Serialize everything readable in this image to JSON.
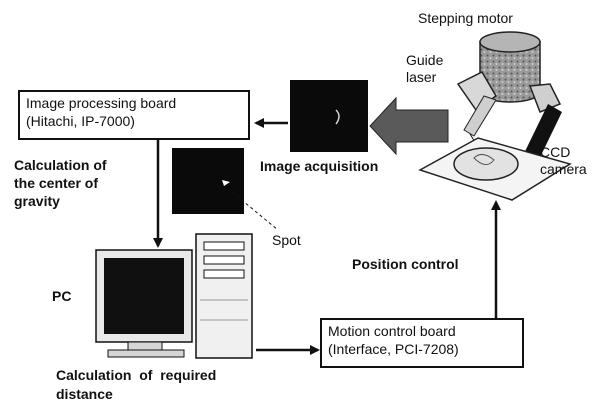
{
  "labels": {
    "stepping_motor": "Stepping motor",
    "guide_laser": "Guide\nlaser",
    "ccd_camera": "CCD\ncamera",
    "image_acquisition": "Image acquisition",
    "calc_center": "Calculation of\nthe center of\ngravity",
    "spot": "Spot",
    "position_control": "Position control",
    "pc": "PC",
    "calc_distance": "Calculation  of  required\ndistance"
  },
  "boxes": {
    "image_processing_board": "Image processing board\n(Hitachi, IP-7000)",
    "motion_control_board": "Motion control board\n(Interface, PCI-7208)"
  },
  "colors": {
    "line": "#111111",
    "photo_bg": "#0a0a0a",
    "motor_fill": "#8a8a8a",
    "screen": "#101010",
    "big_arrow": "#5a5a5a"
  }
}
